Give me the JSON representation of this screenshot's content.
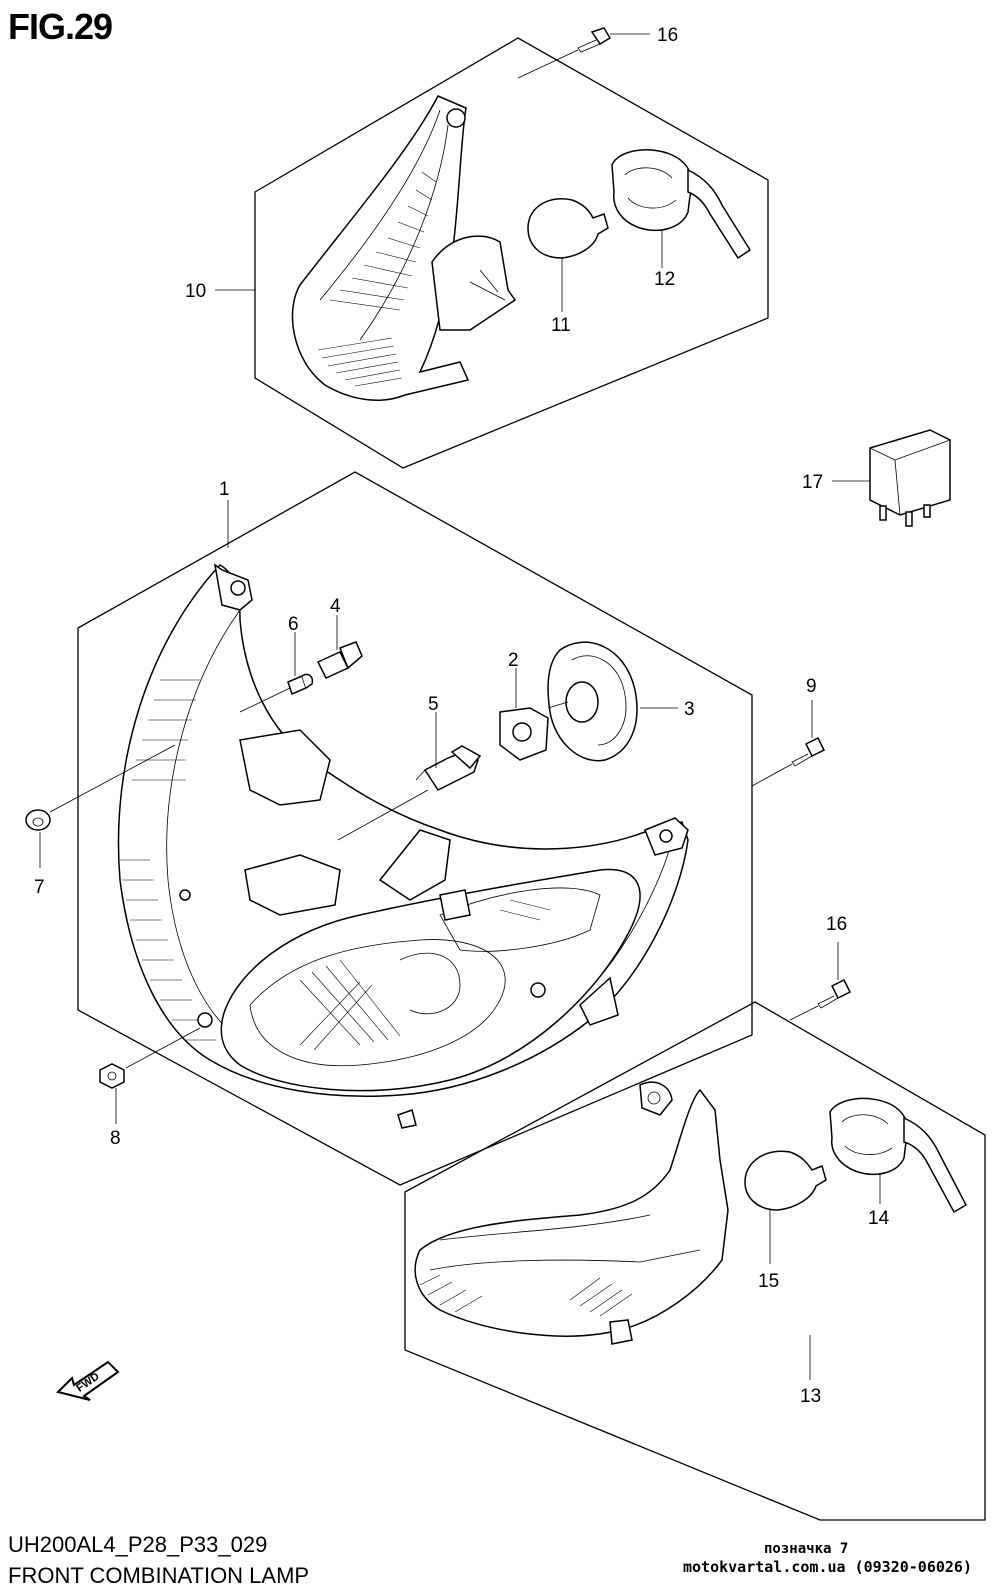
{
  "figure": {
    "title": "FIG.29",
    "code": "UH200AL4_P28_P33_029",
    "name": "FRONT COMBINATION LAMP"
  },
  "parts": [
    "1",
    "2",
    "3",
    "4",
    "5",
    "6",
    "7",
    "8",
    "9",
    "10",
    "11",
    "12",
    "13",
    "14",
    "15",
    "16",
    "16",
    "17"
  ],
  "direction_label": "FWD",
  "watermark": {
    "note": "позначка 7",
    "site": "motokvartal.com.ua (09320-06026)"
  }
}
